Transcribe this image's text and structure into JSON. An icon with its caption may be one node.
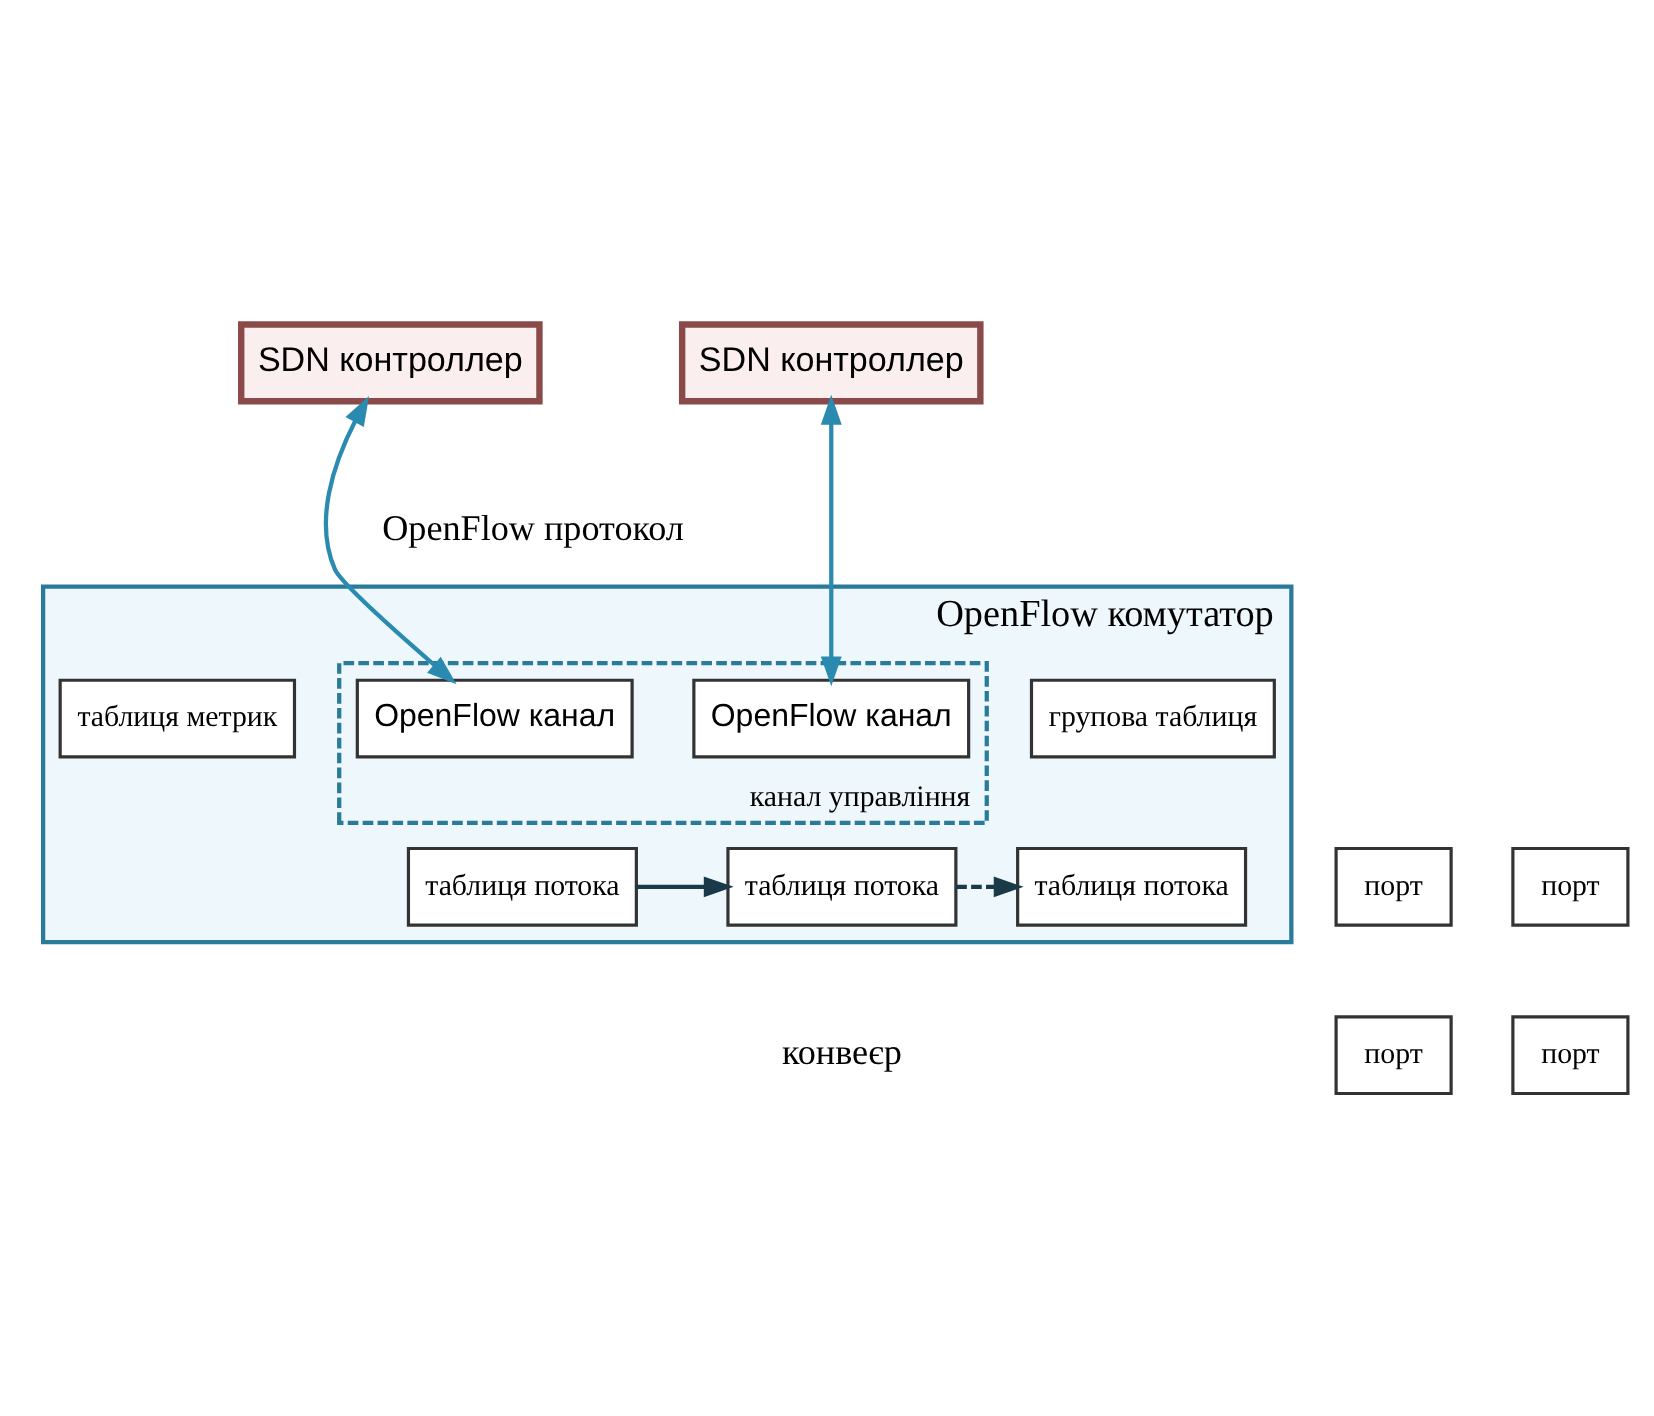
{
  "diagram": {
    "nodes": [
      {
        "text": [
          "SDN контроллер"
        ]
      },
      {
        "text": [
          "SDN контроллер"
        ]
      },
      {
        "text": [
          "OpenFlow комутатор"
        ]
      },
      {
        "text": [
          "канал управління"
        ],
        "in": 2
      },
      {
        "text": [
          "OpenFlow канал"
        ],
        "in": 3
      },
      {
        "text": [
          "OpenFlow канал"
        ],
        "in": 3
      },
      {
        "text": [
          "групова таблиця"
        ],
        "in": 2
      },
      {
        "text": [
          "таблиця метрик"
        ],
        "in": 2
      },
      {
        "text": [
          "порт"
        ]
      },
      {
        "text": [
          "порт"
        ]
      },
      {
        "text": [
          "таблиця потока"
        ],
        "in": 2
      },
      {
        "text": [
          "таблиця потока"
        ],
        "in": 2
      },
      {
        "text": [
          "таблиця потока"
        ],
        "in": 2
      },
      {
        "text": [
          "порт"
        ]
      },
      {
        "text": [
          "порт"
        ]
      }
    ],
    "edges": [
      {
        "from": 0,
        "to": 4,
        "arrow": "both",
        "color": "#2a8ab0"
      },
      {
        "from": 1,
        "to": 5,
        "arrow": "both",
        "color": "#2a8ab0"
      },
      {
        "from": 10,
        "to": 11,
        "arrow": "to",
        "color": "#1a3a4a"
      },
      {
        "from": 11,
        "to": 12,
        "arrow": "to",
        "style": "dashed",
        "color": "#1a3a4a"
      }
    ],
    "labels": [
      "OpenFlow протокол",
      "конвеєр"
    ]
  }
}
